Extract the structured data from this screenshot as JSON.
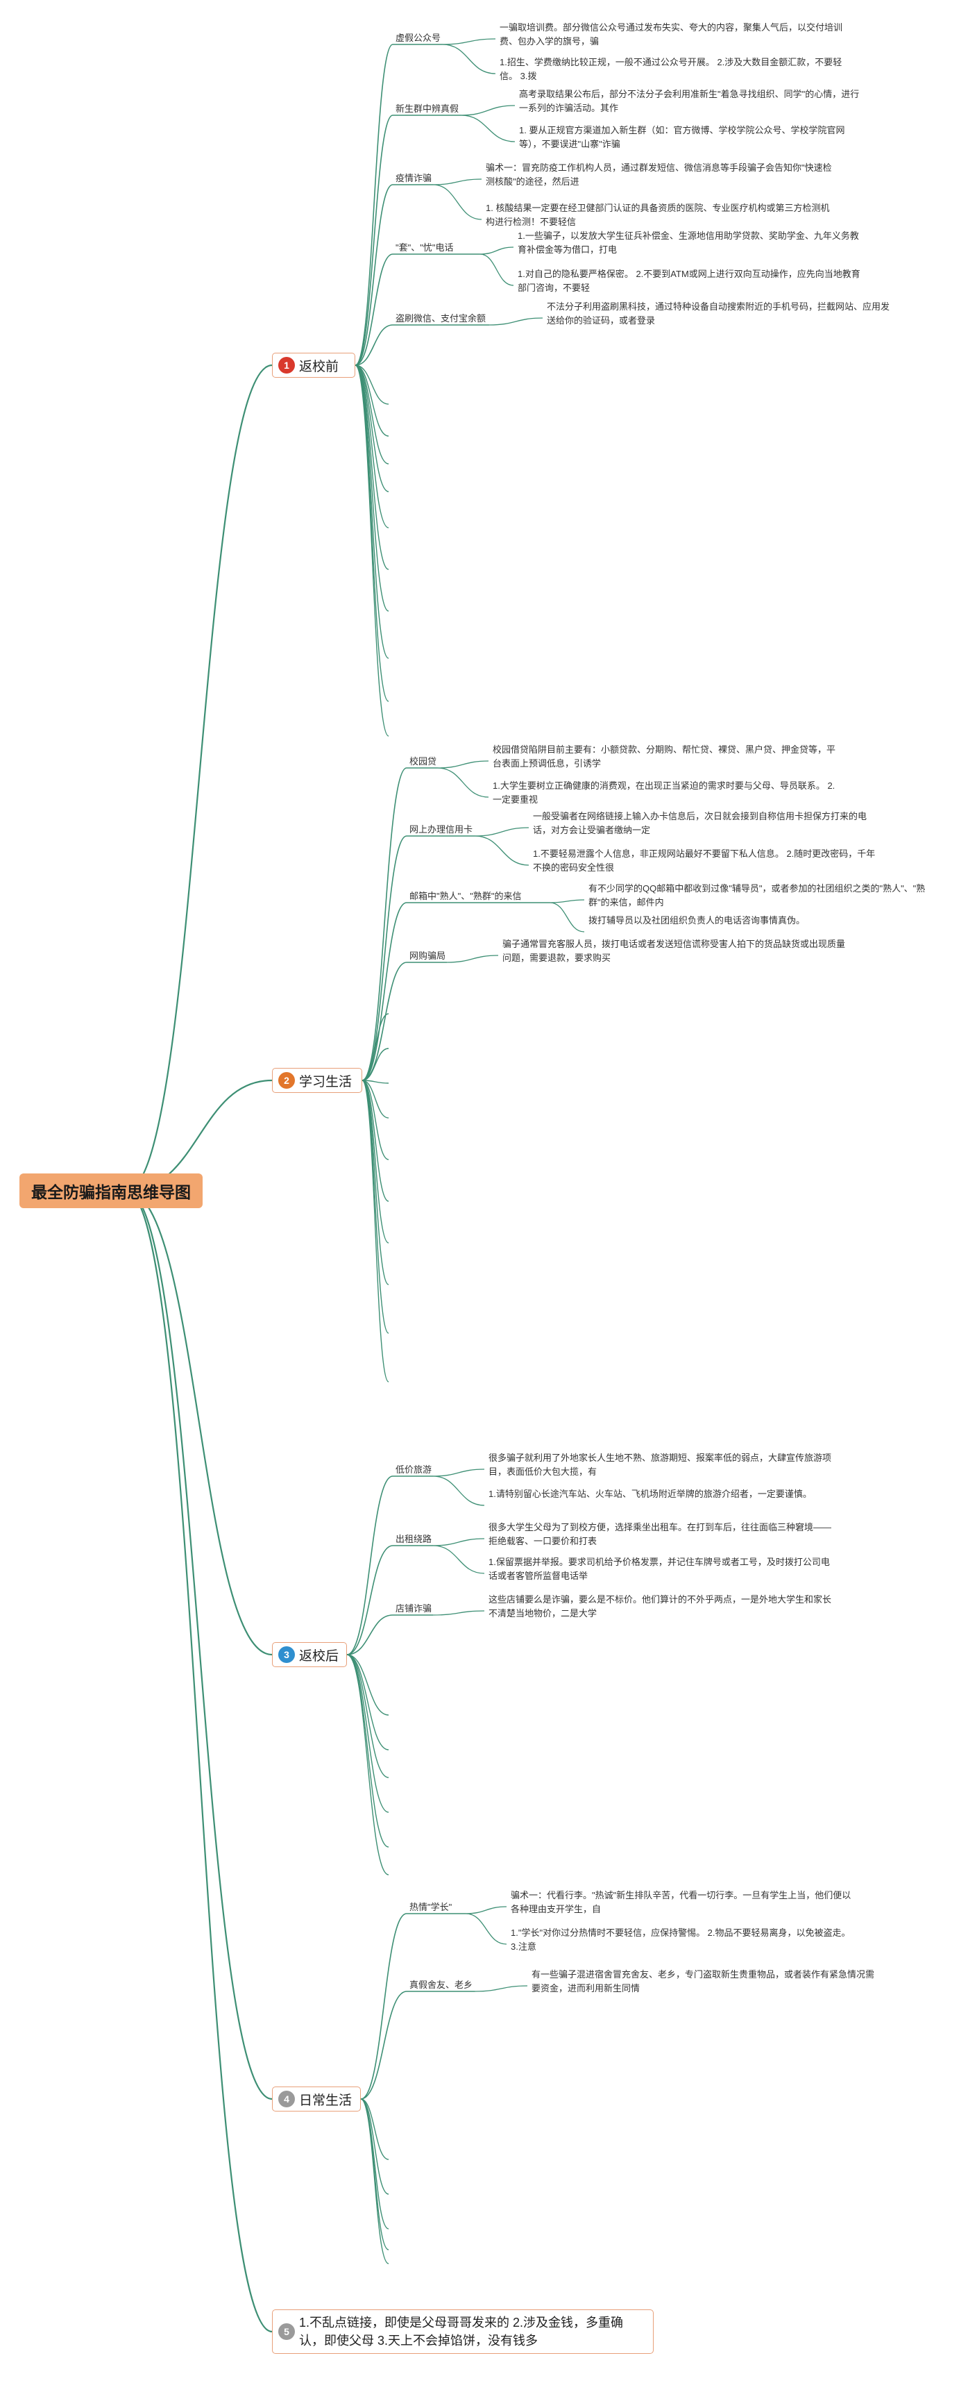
{
  "root": "最全防骗指南思维导图",
  "colors": {
    "root_bg": "#f2a66f",
    "line": "#3d8f74",
    "branch_border": "#e8a07a",
    "badge1": "#d9392c",
    "badge2": "#e2762b",
    "badge3": "#2f8fcf",
    "badge4": "#9a9a9a",
    "badge5": "#9a9a9a"
  },
  "branches": [
    {
      "num": "1",
      "label": "返校前",
      "subs": [
        {
          "label": "虚假公众号",
          "leaves": [
            "一骗取培训费。部分微信公众号通过发布失实、夸大的内容，聚集人气后，以交付培训费、包办入学的旗号，骗",
            "1.招生、学费缴纳比较正规，一般不通过公众号开展。 2.涉及大数目金额汇款，不要轻信。 3.拨"
          ]
        },
        {
          "label": "新生群中辨真假",
          "leaves": [
            "高考录取结果公布后，部分不法分子会利用准新生\"着急寻找组织、同学\"的心情，进行一系列的诈骗活动。其作",
            "1. 要从正规官方渠道加入新生群（如：官方微博、学校学院公众号、学校学院官网等），不要误进\"山寨\"诈骗"
          ]
        },
        {
          "label": "疫情诈骗",
          "leaves": [
            "骗术一：冒充防疫工作机构人员，通过群发短信、微信消息等手段骗子会告知你\"快速检测核酸\"的途径，然后进",
            "1. 核酸结果一定要在经卫健部门认证的具备资质的医院、专业医疗机构或第三方检测机构进行检测！不要轻信"
          ]
        },
        {
          "label": "\"套\"、\"忧\"电话",
          "leaves": [
            "1.一些骗子，以发放大学生征兵补偿金、生源地信用助学贷款、奖助学金、九年义务教育补偿金等为借口，打电",
            "1.对自己的隐私要严格保密。 2.不要到ATM或网上进行双向互动操作，应先向当地教育部门咨询，不要轻"
          ]
        },
        {
          "label": "盗刷微信、支付宝余额",
          "leaves": [
            "不法分子利用盗刷黑科技，通过特种设备自动搜索附近的手机号码，拦截网站、应用发送给你的验证码，或者登录"
          ]
        }
      ]
    },
    {
      "num": "2",
      "label": "学习生活",
      "subs": [
        {
          "label": "校园贷",
          "leaves": [
            "校园借贷陷阱目前主要有：小额贷款、分期购、帮忙贷、裸贷、黑户贷、押金贷等，平台表面上预调低息，引诱学",
            "1.大学生要树立正确健康的消费观，在出现正当紧迫的需求时要与父母、导员联系。 2.一定要重视"
          ]
        },
        {
          "label": "网上办理信用卡",
          "leaves": [
            "一般受骗者在网络链接上输入办卡信息后，次日就会接到自称信用卡担保方打来的电话，对方会让受骗者缴纳一定",
            "1.不要轻易泄露个人信息，非正规网站最好不要留下私人信息。 2.随时更改密码，千年不换的密码安全性很"
          ]
        },
        {
          "label": "邮箱中\"熟人\"、\"熟群\"的来信",
          "leaves": [
            "有不少同学的QQ邮箱中都收到过像\"辅导员\"，或者参加的社团组织之类的\"熟人\"、\"熟群\"的来信，邮件内",
            "拨打辅导员以及社团组织负责人的电话咨询事情真伪。"
          ]
        },
        {
          "label": "网购骗局",
          "leaves": [
            "骗子通常冒充客服人员，拨打电话或者发送短信谎称受害人拍下的货品缺货或出现质量问题，需要退款，要求购买"
          ]
        }
      ]
    },
    {
      "num": "3",
      "label": "返校后",
      "subs": [
        {
          "label": "低价旅游",
          "leaves": [
            "很多骗子就利用了外地家长人生地不熟、旅游期短、报案率低的弱点，大肆宣传旅游项目，表面低价大包大揽，有",
            "1.请特别留心长途汽车站、火车站、飞机场附近举牌的旅游介绍者，一定要谨慎。"
          ]
        },
        {
          "label": "出租绕路",
          "leaves": [
            "很多大学生父母为了到校方便，选择乘坐出租车。在打到车后，往往面临三种窘境——拒绝载客、一口要价和打表",
            "1.保留票据并举报。要求司机给予价格发票，并记住车牌号或者工号，及时拨打公司电话或者客管所监督电话举"
          ]
        },
        {
          "label": "店铺诈骗",
          "leaves": [
            "这些店铺要么是诈骗，要么是不标价。他们算计的不外乎两点，一是外地大学生和家长不清楚当地物价，二是大学"
          ]
        }
      ]
    },
    {
      "num": "4",
      "label": "日常生活",
      "subs": [
        {
          "label": "热情\"学长\"",
          "leaves": [
            "骗术一：代看行李。\"热诚\"新生排队辛苦，代看一切行李。一旦有学生上当，他们便以各种理由支开学生，自",
            "1.\"学长\"对你过分热情时不要轻信，应保持警惕。 2.物品不要轻易离身，以免被盗走。 3.注意"
          ]
        },
        {
          "label": "真假舍友、老乡",
          "leaves": [
            "有一些骗子混进宿舍冒充舍友、老乡，专门盗取新生贵重物品，或者装作有紧急情况需要资金，进而利用新生同情"
          ]
        }
      ]
    },
    {
      "num": "5",
      "label": "1.不乱点链接，即使是父母哥哥发来的 2.涉及金钱，多重确认，即使父母 3.天上不会掉馅饼，没有钱多",
      "subs": []
    }
  ]
}
